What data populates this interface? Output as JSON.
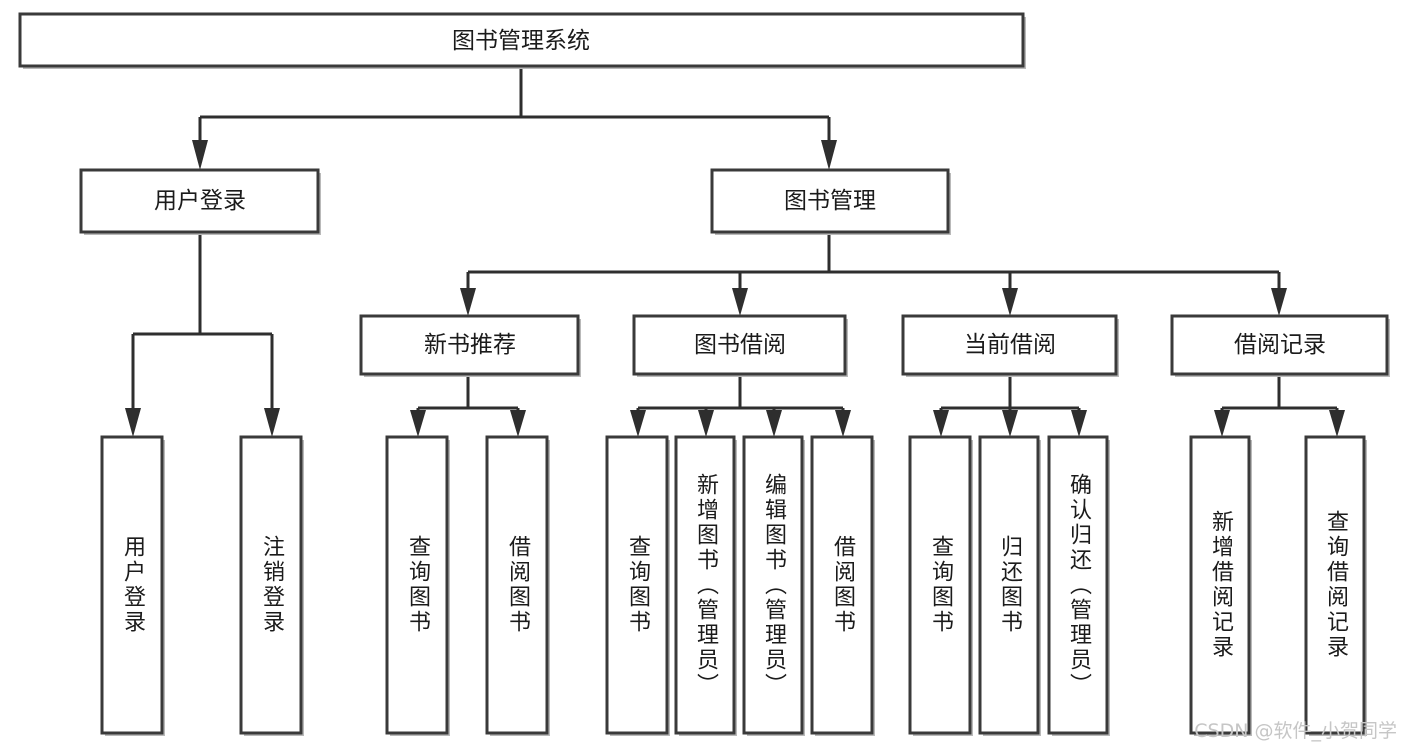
{
  "diagram": {
    "title": "图书管理系统",
    "type": "hierarchy-tree",
    "orientation": "top-down",
    "colors": {
      "box_stroke": "#3a3a3a",
      "box_fill": "#ffffff",
      "connector": "#2e2e2e",
      "shadow": "#bdbdbd",
      "text": "#1b1b1b",
      "watermark": "#c6c6c6"
    },
    "root": {
      "label": "图书管理系统",
      "orientation": "horizontal"
    },
    "level2": [
      {
        "label": "用户登录",
        "orientation": "horizontal"
      },
      {
        "label": "图书管理",
        "orientation": "horizontal"
      }
    ],
    "level3": [
      {
        "label": "新书推荐",
        "orientation": "horizontal"
      },
      {
        "label": "图书借阅",
        "orientation": "horizontal"
      },
      {
        "label": "当前借阅",
        "orientation": "horizontal"
      },
      {
        "label": "借阅记录",
        "orientation": "horizontal"
      }
    ],
    "leaves": {
      "user_login": [
        {
          "label": "用户登录",
          "orientation": "vertical"
        },
        {
          "label": "注销登录",
          "orientation": "vertical"
        }
      ],
      "new_book_recommend": [
        {
          "label": "查询图书",
          "orientation": "vertical"
        },
        {
          "label": "借阅图书",
          "orientation": "vertical"
        }
      ],
      "book_borrow": [
        {
          "label": "查询图书",
          "orientation": "vertical"
        },
        {
          "label": "新增图书（管理员）",
          "orientation": "vertical"
        },
        {
          "label": "编辑图书（管理员）",
          "orientation": "vertical"
        },
        {
          "label": "借阅图书",
          "orientation": "vertical"
        }
      ],
      "current_borrow": [
        {
          "label": "查询图书",
          "orientation": "vertical"
        },
        {
          "label": "归还图书",
          "orientation": "vertical"
        },
        {
          "label": "确认归还（管理员）",
          "orientation": "vertical"
        }
      ],
      "borrow_record": [
        {
          "label": "新增借阅记录",
          "orientation": "vertical"
        },
        {
          "label": "查询借阅记录",
          "orientation": "vertical"
        }
      ]
    }
  },
  "watermark": {
    "text": "CSDN @软件_小贺同学"
  }
}
